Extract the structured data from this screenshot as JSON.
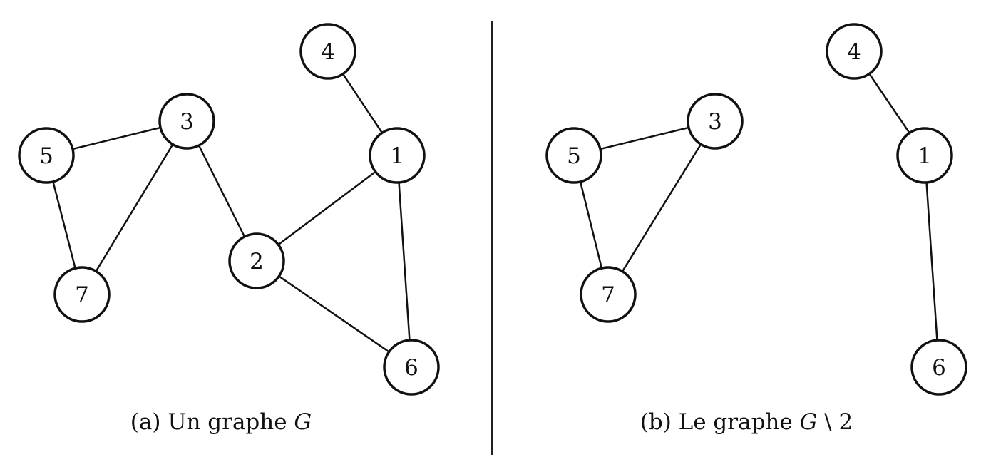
{
  "panels": [
    {
      "id": "a",
      "caption": {
        "prefix": "(a) Un graphe ",
        "symbol": "G",
        "suffix": ""
      },
      "nodes": [
        "1",
        "2",
        "3",
        "4",
        "5",
        "6",
        "7"
      ],
      "edges": [
        [
          "4",
          "1"
        ],
        [
          "5",
          "3"
        ],
        [
          "3",
          "7"
        ],
        [
          "5",
          "7"
        ],
        [
          "3",
          "2"
        ],
        [
          "2",
          "1"
        ],
        [
          "2",
          "6"
        ],
        [
          "1",
          "6"
        ]
      ]
    },
    {
      "id": "b",
      "caption": {
        "prefix": "(b) Le graphe ",
        "symbol": "G",
        "suffix": " \\ 2"
      },
      "nodes": [
        "1",
        "3",
        "4",
        "5",
        "6",
        "7"
      ],
      "edges": [
        [
          "4",
          "1"
        ],
        [
          "5",
          "3"
        ],
        [
          "3",
          "7"
        ],
        [
          "5",
          "7"
        ],
        [
          "1",
          "6"
        ]
      ]
    }
  ]
}
